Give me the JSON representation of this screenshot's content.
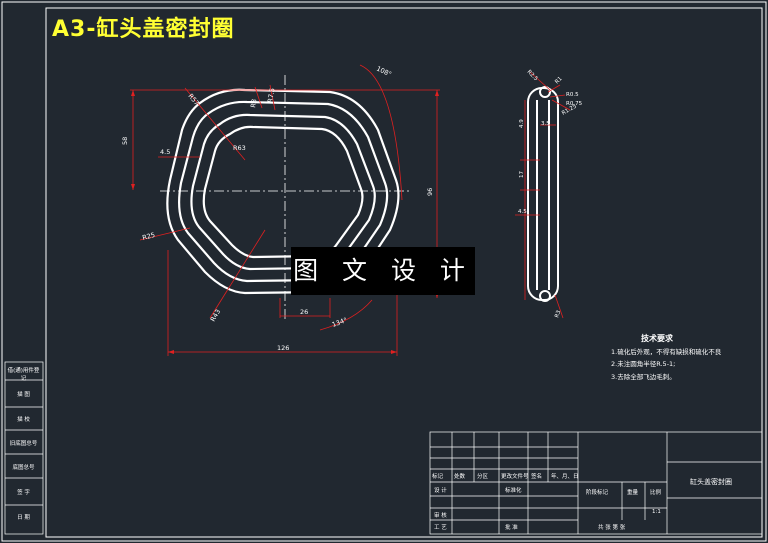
{
  "title": "A3-缸头盖密封圈",
  "watermark": "图 文 设 计",
  "tech_requirements": {
    "heading": "技术要求",
    "items": [
      "1.硫化后外观，不得有缺损和硫化不良",
      "2.未注圆角半径R.5-1;",
      "3.去除全部飞边毛刺。"
    ]
  },
  "front_view": {
    "dims": [
      "R57",
      "R8",
      "R7.5",
      "4.5",
      "58",
      "96",
      "126",
      "26",
      "R43",
      "R25",
      "R63",
      "108°",
      "134°"
    ]
  },
  "section_view": {
    "dims": [
      "R2.5",
      "R1",
      "R0.5",
      "R0.75",
      "R1.25",
      "4.9",
      "3.5",
      "17",
      "4.5",
      "R3"
    ]
  },
  "side_panel": [
    "借(通)用件登记",
    "描 图",
    "描 校",
    "旧底图总号",
    "底图总号",
    "签 字",
    "日 期"
  ],
  "title_block": {
    "part_name": "缸头盖密封圈",
    "scale": "1:1",
    "row_labels": [
      "标记",
      "处数",
      "分区",
      "更改文件号",
      "签名",
      "年、月、日"
    ],
    "labels": [
      "设 计",
      "标准化",
      "审 核",
      "工 艺",
      "批 准",
      "阶段标记",
      "重量",
      "比例",
      "共 张 第 张"
    ]
  }
}
